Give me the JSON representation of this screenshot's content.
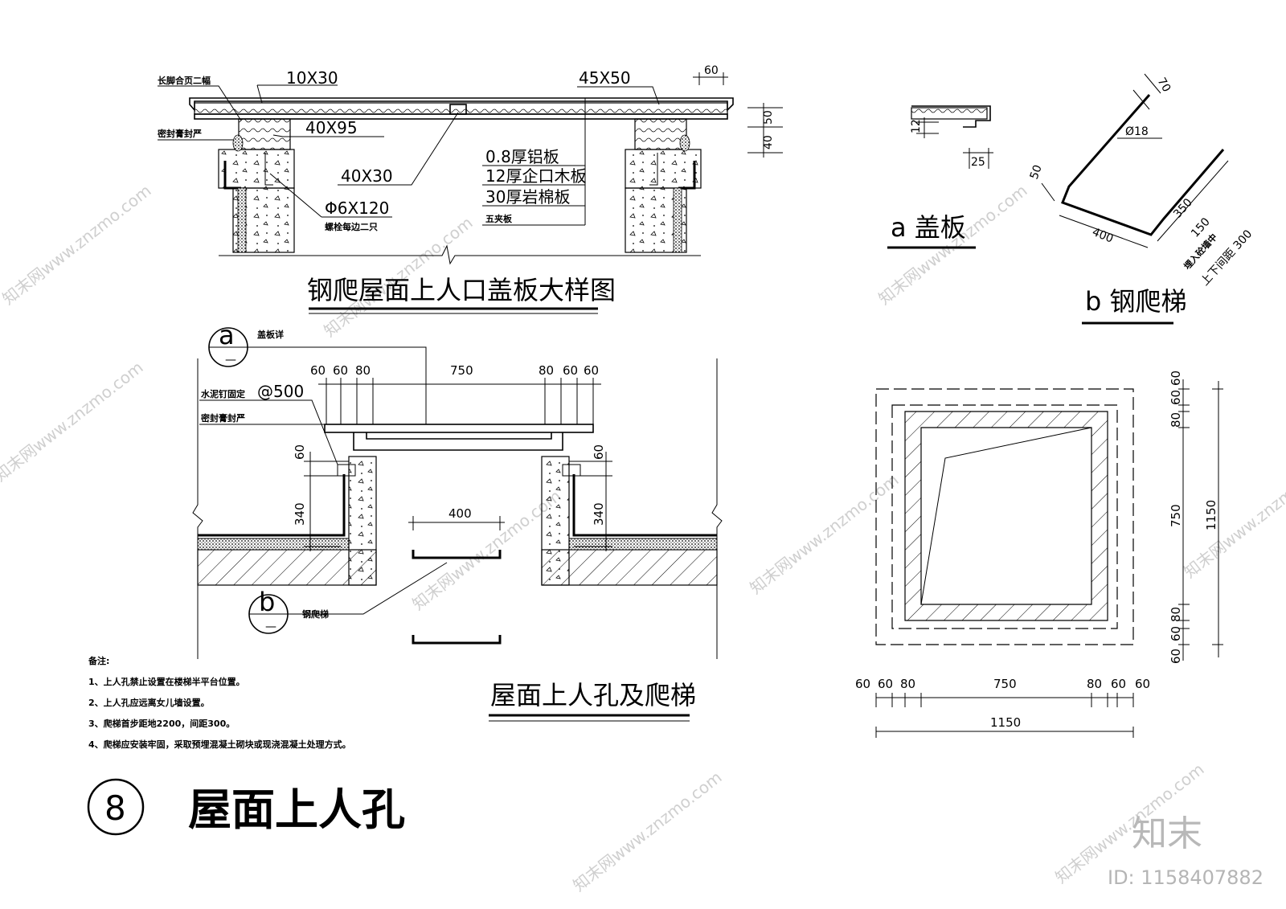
{
  "drawing": {
    "cover_detail": {
      "title": "钢爬屋面上人口盖板大样图",
      "callouts": {
        "hinge": "长脚合页二幅",
        "seal": "密封膏封严",
        "dim_10x30": "10X30",
        "dim_40x95": "40X95",
        "dim_40x30": "40X30",
        "dim_45x50": "45X50",
        "bolt": "Φ6X120",
        "bolt_note": "螺栓每边二只",
        "layer1": "0.8厚铝板",
        "layer2": "12厚企口木板",
        "layer3": "30厚岩棉板",
        "layer4": "五夹板"
      },
      "dims": {
        "top": "60",
        "right_a": "50",
        "right_b": "40"
      }
    },
    "detail_a": {
      "title": "a 盖板",
      "dims": {
        "d12": "12",
        "d25": "25"
      }
    },
    "detail_b": {
      "title": "b 钢爬梯",
      "dims": {
        "d70": "70",
        "d18": "Ø18",
        "d50": "50",
        "d400": "400",
        "d350": "350",
        "d150": "150",
        "d300": "上下间距 300"
      },
      "note": "埋入砼墙中"
    },
    "section": {
      "title": "屋面上人孔及爬梯",
      "marker_a": "a",
      "marker_a_text": "盖板详",
      "marker_b": "b",
      "marker_b_text": "钢爬梯",
      "cement_nail": "水泥钉固定",
      "at500": "@500",
      "seal": "密封膏封严",
      "top_dims": [
        "60",
        "60",
        "80",
        "750",
        "80",
        "60",
        "60"
      ],
      "h60_left": "60",
      "h340_left": "340",
      "w400": "400",
      "h60_right": "60",
      "h340_right": "340"
    },
    "plan": {
      "bottom_dims": [
        "60",
        "60",
        "80",
        "750",
        "80",
        "60",
        "60"
      ],
      "bottom_total": "1150",
      "right_dims": [
        "60",
        "60",
        "80",
        "750",
        "80",
        "60",
        "60"
      ],
      "right_total": "1150"
    },
    "notes": {
      "heading": "备注:",
      "items": [
        "1、上人孔禁止设置在楼梯半平台位置。",
        "2、上人孔应远离女儿墙设置。",
        "3、爬梯首步距地2200，间距300。",
        "4、爬梯应安装牢固，采取预埋混凝土砌块或现浇混凝土处理方式。"
      ]
    },
    "main_title": {
      "number": "8",
      "text": "屋面上人孔"
    },
    "brand": {
      "logo": "知末",
      "id": "ID: 1158407882",
      "watermark": "知末网www.znzmo.com"
    }
  }
}
